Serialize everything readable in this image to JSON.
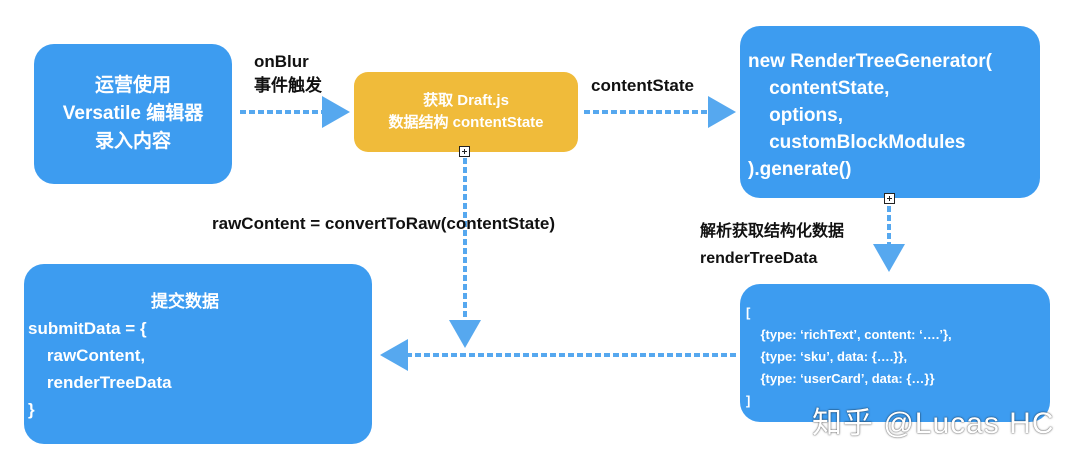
{
  "nodes": {
    "versatile": {
      "lines": [
        "运营使用",
        "Versatile 编辑器",
        "录入内容"
      ]
    },
    "draft": {
      "lines": [
        "获取 Draft.js",
        "数据结构 contentState"
      ]
    },
    "render_gen": {
      "code": "new RenderTreeGenerator(\n    contentState,\n    options,\n    customBlockModules\n).generate()"
    },
    "render_data": {
      "code": "[\n    {type: ‘richText’, content: ‘….’},\n    {type: ‘sku’, data: {….}},\n    {type: ‘userCard’, data: {…}}\n]"
    },
    "submit": {
      "title": "提交数据",
      "code": "submitData = {\n    rawContent,\n    renderTreeData\n}"
    }
  },
  "edges": {
    "onblur": [
      "onBlur",
      "事件触发"
    ],
    "content_state": "contentState",
    "raw_content": "rawContent = convertToRaw(contentState)",
    "parse": [
      "解析获取结构化数据",
      "renderTreeData"
    ]
  },
  "watermark": "知乎 @Lucas HC",
  "colors": {
    "blue": "#3d9cf0",
    "yellow": "#f0bb3a",
    "arrow": "#56a8ef"
  }
}
